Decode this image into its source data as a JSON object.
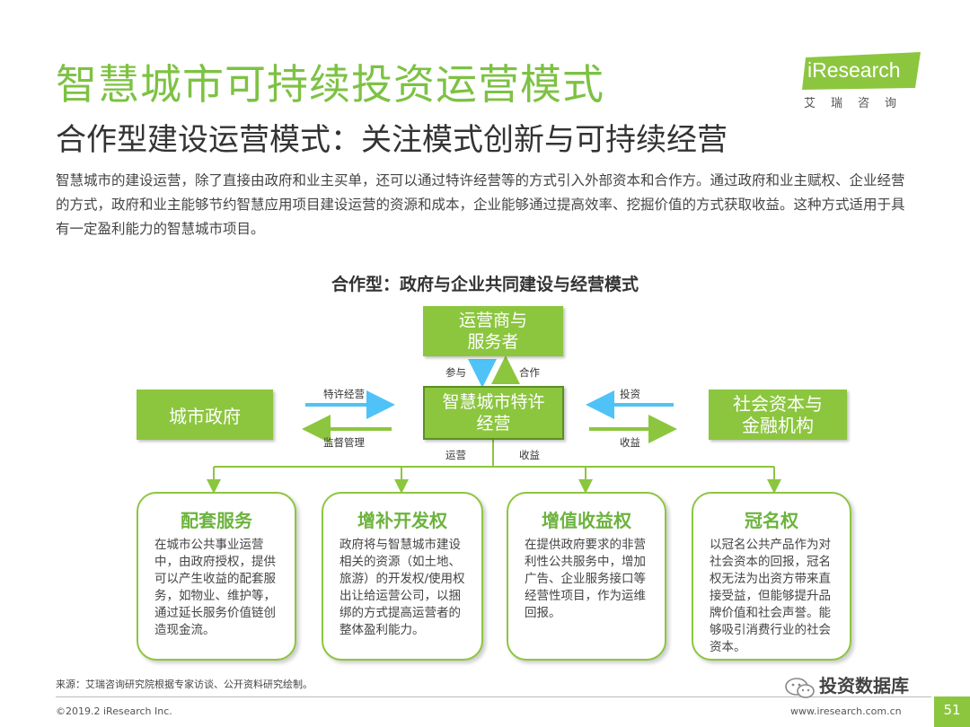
{
  "header": {
    "title": "智慧城市可持续投资运营模式",
    "subtitle": "合作型建设运营模式：关注模式创新与可持续经营",
    "intro": "智慧城市的建设运营，除了直接由政府和业主买单，还可以通过特许经营等的方式引入外部资本和合作方。通过政府和业主赋权、企业经营的方式，政府和业主能够节约智慧应用项目建设运营的资源和成本，企业能够通过提高效率、挖掘价值的方式获取收益。这种方式适用于具有一定盈利能力的智慧城市项目。"
  },
  "logo": {
    "word": "iResearch",
    "cn": "艾瑞咨询"
  },
  "diagram": {
    "title": "合作型：政府与企业共同建设与经营模式",
    "operator": "运营商与服务者",
    "core": "智慧城市特许经营",
    "government": "城市政府",
    "capital": "社会资本与金融机构",
    "labels": {
      "participate": "参与",
      "cooperate": "合作",
      "franchise": "特许经营",
      "supervise": "监督管理",
      "invest": "投资",
      "revenue_right": "收益",
      "operate": "运营",
      "revenue_bottom": "收益"
    },
    "cards": [
      {
        "title": "配套服务",
        "text": "在城市公共事业运营中，由政府授权，提供可以产生收益的配套服务，如物业、维护等，通过延长服务价值链创造现金流。"
      },
      {
        "title": "增补开发权",
        "text": "政府将与智慧城市建设相关的资源（如土地、旅游）的开发权/使用权出让给运营公司，以捆绑的方式提高运营者的整体盈利能力。"
      },
      {
        "title": "增值收益权",
        "text": "在提供政府要求的非营利性公共服务中，增加广告、企业服务接口等经营性项目，作为运维回报。"
      },
      {
        "title": "冠名权",
        "text": "以冠名公共产品作为对社会资本的回报，冠名权无法为出资方带来直接受益，但能够提升品牌价值和社会声誉。能够吸引消费行业的社会资本。"
      }
    ]
  },
  "footer": {
    "source": "来源：艾瑞咨询研究院根据专家访谈、公开资料研究绘制。",
    "copyright": "©2019.2 iResearch Inc.",
    "url": "www.iresearch.com.cn",
    "page": "51",
    "watermark": "投资数据库"
  },
  "colors": {
    "green": "#8cc63f",
    "title_green": "#7dc243",
    "arrow_blue": "#4fc3f7"
  }
}
